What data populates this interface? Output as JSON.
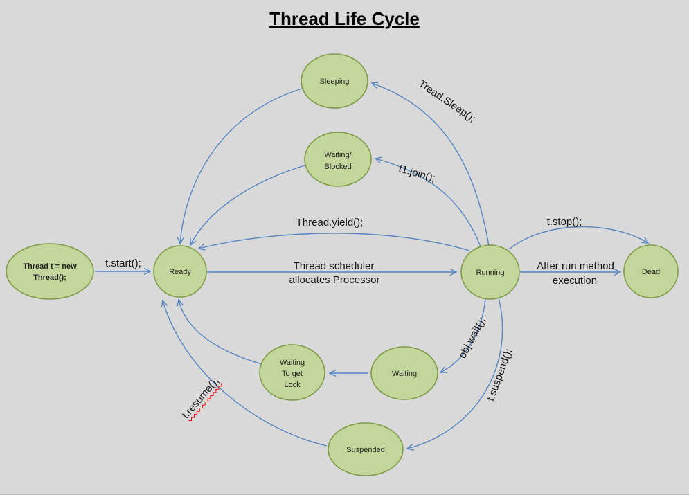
{
  "title": "Thread Life Cycle",
  "nodes": {
    "new_thread": {
      "line1": "Thread t = new",
      "line2": "Thread();"
    },
    "ready": {
      "label": "Ready"
    },
    "sleeping": {
      "label": "Sleeping"
    },
    "waiting_blocked": {
      "line1": "Waiting/",
      "line2": "Blocked"
    },
    "running": {
      "label": "Running"
    },
    "dead": {
      "label": "Dead"
    },
    "waiting_lock": {
      "line1": "Waiting",
      "line2": "To get",
      "line3": "Lock"
    },
    "waiting": {
      "label": "Waiting"
    },
    "suspended": {
      "label": "Suspended"
    }
  },
  "edges": {
    "start": "t.start();",
    "scheduler_line1": "Thread scheduler",
    "scheduler_line2": "allocates Processor",
    "yield": "Thread.yield();",
    "sleep": "Tread.Sleep();",
    "join": "t1.join();",
    "stop": "t.stop();",
    "after_run_line1": "After run method",
    "after_run_line2": "execution",
    "wait": "obj.wait();",
    "suspend": "t.suspend();",
    "resume": "t.resume();"
  },
  "colors": {
    "background": "#d9d9d9",
    "node_fill": "#c3d69b",
    "node_border": "#7e9b48",
    "arrow_blue": "#5585c0",
    "text": "#1f1f1f",
    "spellcheck_red": "#ff0000"
  }
}
